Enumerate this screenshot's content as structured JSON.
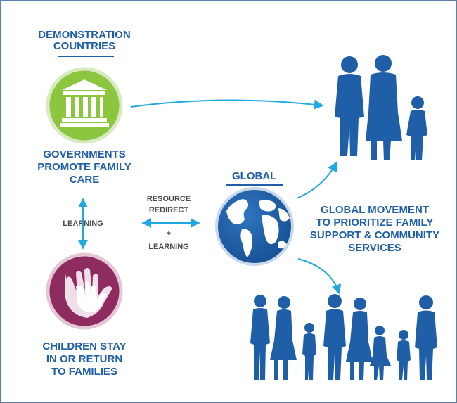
{
  "colors": {
    "accent_blue": "#1f5fa8",
    "arrow_blue": "#20a8e0",
    "green": "#8cc63f",
    "purple": "#8e2c62",
    "globe_ocean": "#1f5fa8",
    "text_gray": "#444a4f"
  },
  "demonstration": {
    "heading_line1": "DEMONSTRATION",
    "heading_line2": "COUNTRIES",
    "icon": "government-building-icon",
    "gov_line1": "GOVERNMENTS",
    "gov_line2": "PROMOTE FAMILY",
    "gov_line3": "CARE",
    "learning_label": "LEARNING",
    "children_icon": "helping-hands-icon",
    "children_line1": "CHILDREN STAY",
    "children_line2": "IN OR RETURN",
    "children_line3": "TO FAMILIES"
  },
  "exchange": {
    "line1": "RESOURCE",
    "line2": "REDIRECT",
    "plus": "+",
    "line3": "LEARNING"
  },
  "global": {
    "heading": "GLOBAL",
    "icon": "globe-icon",
    "movement_line1": "GLOBAL MOVEMENT",
    "movement_line2": "TO PRIORITIZE FAMILY",
    "movement_line3": "SUPPORT & COMMUNITY",
    "movement_line4": "SERVICES"
  },
  "images": {
    "family_small": "family-silhouette-icon",
    "family_large": "families-group-silhouette-icon"
  }
}
